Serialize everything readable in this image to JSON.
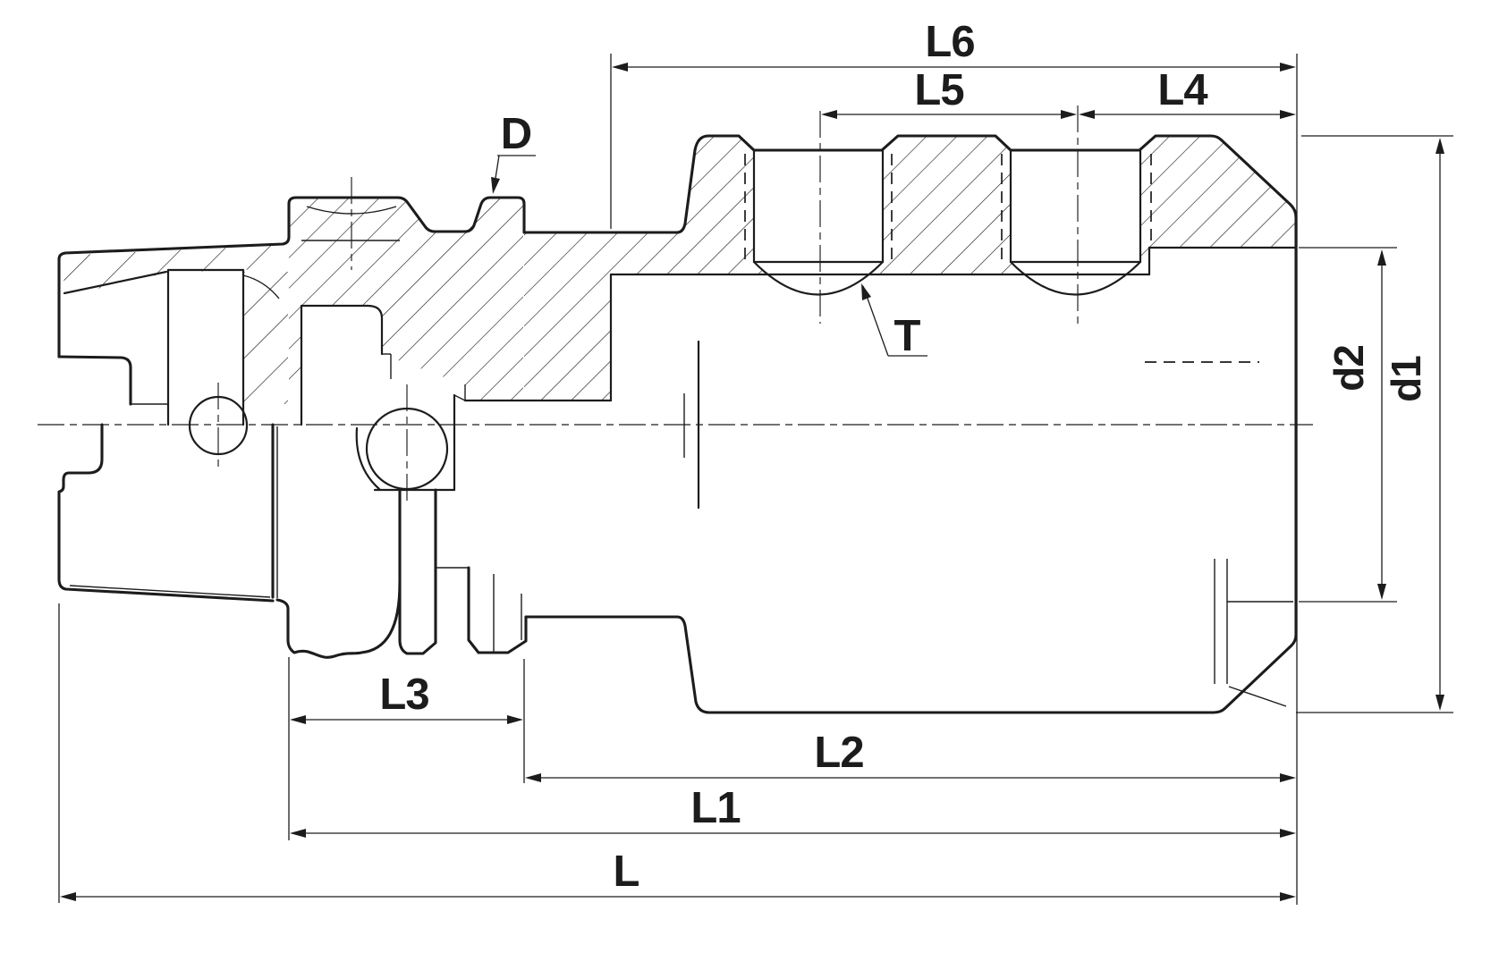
{
  "drawing": {
    "type": "technical-section-drawing",
    "subject": "HSK shank shell mill holder cross-section",
    "background_color": "#ffffff",
    "line_color": "#1c1c1c",
    "labels": {
      "L6": "L6",
      "L5": "L5",
      "L4": "L4",
      "D": "D",
      "T": "T",
      "d2": "d2",
      "d1": "d1",
      "L3": "L3",
      "L2": "L2",
      "L1": "L1",
      "L": "L"
    }
  }
}
